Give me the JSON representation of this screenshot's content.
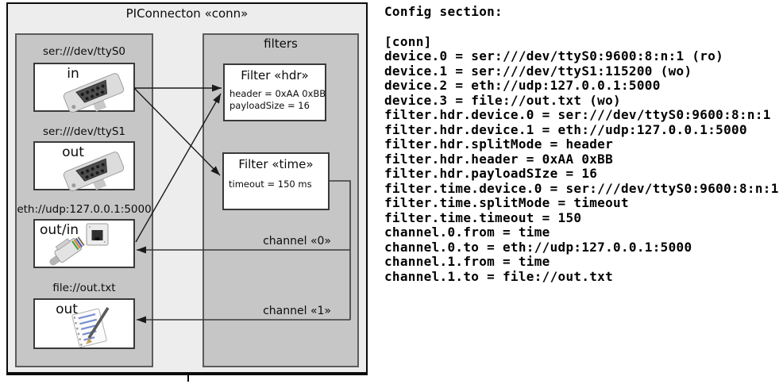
{
  "diagram": {
    "title": "PIConnecton «conn»",
    "devices": [
      {
        "label": "ser:///dev/ttyS0",
        "direction": "in",
        "icon": "serial-connector-icon"
      },
      {
        "label": "ser:///dev/ttyS1",
        "direction": "out",
        "icon": "serial-connector-icon"
      },
      {
        "label": "eth://udp:127.0.0.1:5000",
        "direction": "out/in",
        "icon": "ethernet-icon"
      },
      {
        "label": "file://out.txt",
        "direction": "out",
        "icon": "notepad-icon"
      }
    ],
    "filters_group": {
      "title": "filters",
      "filters": [
        {
          "title": "Filter «hdr»",
          "attributes": [
            "header = 0xAA 0xBB",
            "payloadSize = 16"
          ]
        },
        {
          "title": "Filter «time»",
          "attributes": [
            "timeout = 150 ms"
          ]
        }
      ]
    },
    "channels": [
      {
        "label": "channel «0»"
      },
      {
        "label": "channel «1»"
      }
    ],
    "connections": [
      "ser:///dev/ttyS0 -> Filter «hdr»",
      "ser:///dev/ttyS0 -> Filter «time»",
      "eth://udp:127.0.0.1:5000 -> Filter «hdr»",
      "Filter «time» -> eth://udp:127.0.0.1:5000 via channel «0»",
      "Filter «time» -> file://out.txt via channel «1»"
    ],
    "colors": {
      "outer_fill": "#ededed",
      "group_fill": "#c6c6c6",
      "box_fill": "#ffffff",
      "line": "#1a1a1a"
    }
  },
  "config": {
    "heading": "Config section:",
    "lines": [
      "[conn]",
      "device.0 = ser:///dev/ttyS0:9600:8:n:1 (ro)",
      "device.1 = ser:///dev/ttyS1:115200 (wo)",
      "device.2 = eth://udp:127.0.0.1:5000",
      "device.3 = file://out.txt (wo)",
      "filter.hdr.device.0 = ser:///dev/ttyS0:9600:8:n:1",
      "filter.hdr.device.1 = eth://udp:127.0.0.1:5000",
      "filter.hdr.splitMode = header",
      "filter.hdr.header = 0xAA 0xBB",
      "filter.hdr.payloadSIze = 16",
      "filter.time.device.0 = ser:///dev/ttyS0:9600:8:n:1",
      "filter.time.splitMode = timeout",
      "filter.time.timeout = 150",
      "channel.0.from = time",
      "channel.0.to = eth://udp:127.0.0.1:5000",
      "channel.1.from = time",
      "channel.1.to = file://out.txt"
    ]
  }
}
